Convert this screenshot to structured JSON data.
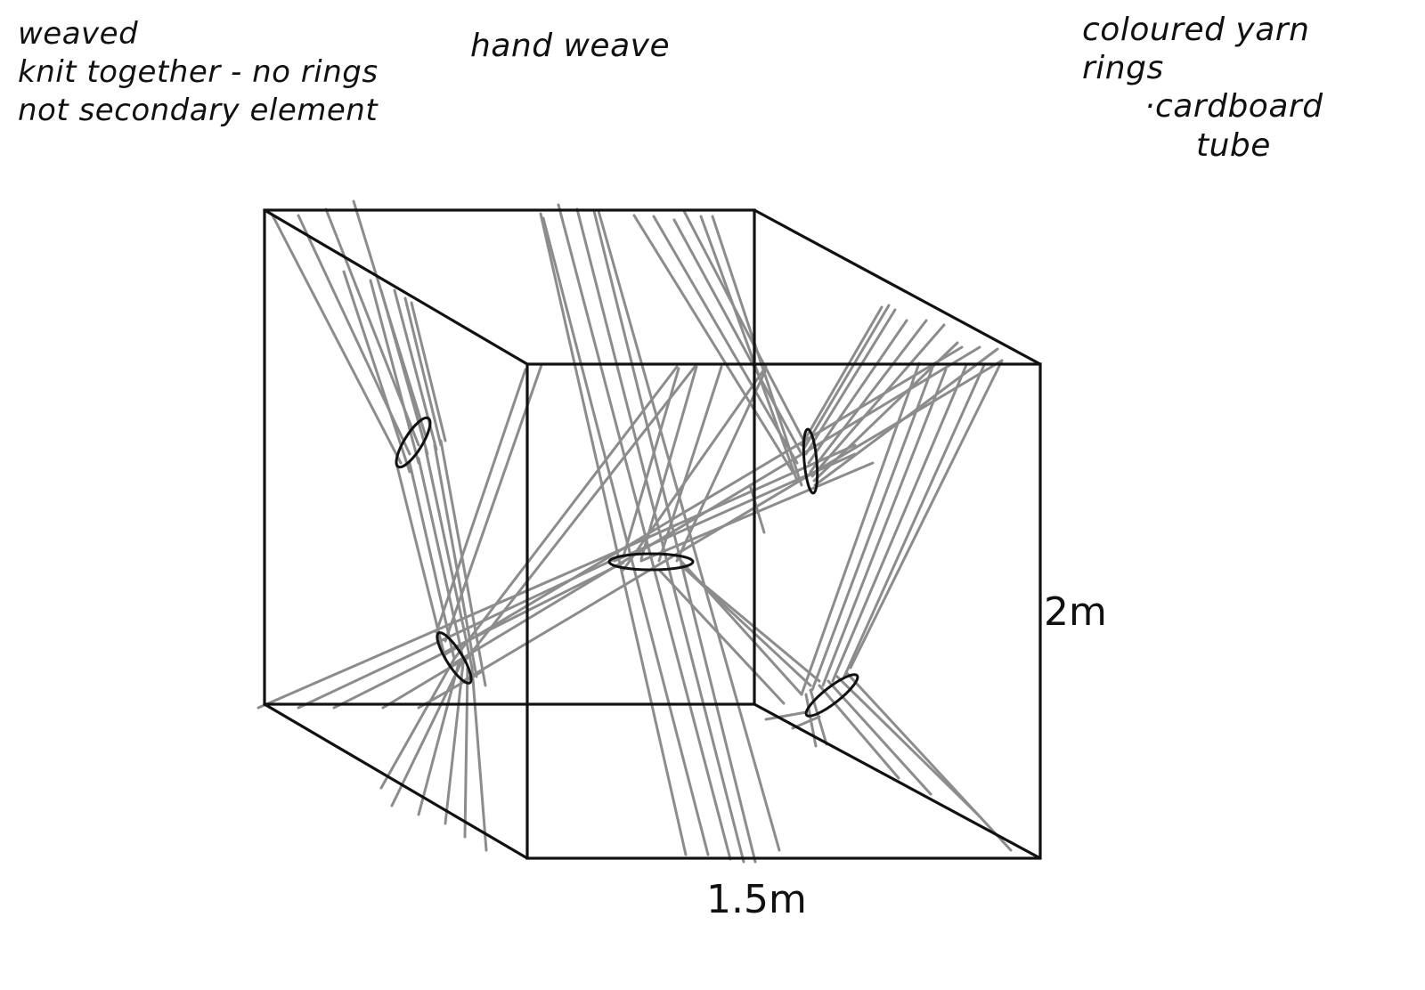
{
  "annotations": {
    "top_left": [
      "weaved",
      "knit together - no rings",
      "not secondary element"
    ],
    "top_center": "hand weave",
    "top_right": [
      "coloured yarn",
      "rings",
      "·cardboard",
      "tube"
    ]
  },
  "dimensions": {
    "height": "2m",
    "width": "1.5m"
  },
  "colors": {
    "edge": "#111111",
    "yarn": "#8c8c8c",
    "background": "#ffffff"
  },
  "diagram": {
    "type": "wireframe-cube-sketch",
    "rings": [
      "upper-left-ring",
      "upper-right-ring",
      "center-ring",
      "lower-left-ring",
      "lower-right-ring"
    ]
  }
}
